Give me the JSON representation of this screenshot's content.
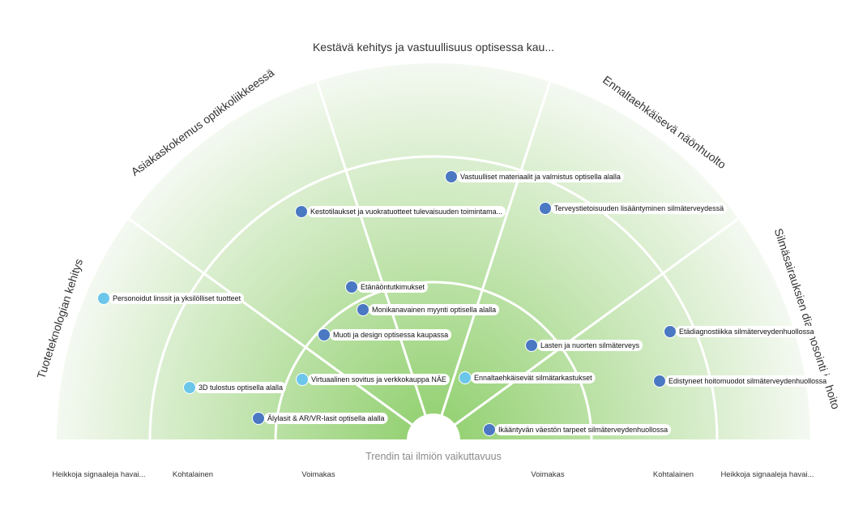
{
  "colors": {
    "dot_default": "#4a78c2",
    "dot_light": "#6cc6ea",
    "ring_line": "#ffffff",
    "gradient_inner": "#8fcf6c",
    "gradient_outer": "#f4f9f1"
  },
  "sectors": [
    {
      "title": "Tuoteteknologian kehitys"
    },
    {
      "title": "Asiakaskokemus optikkoliikkeessä"
    },
    {
      "title": "Kestävä kehitys ja vastuullisuus optisessa kau..."
    },
    {
      "title": "Ennaltaehkäisevä näönhuolto"
    },
    {
      "title": "Silmäsairauksien diagnosointi ja hoito"
    }
  ],
  "rings_left": [
    "Heikkoja signaaleja havai...",
    "Kohtalainen",
    "Voimakas"
  ],
  "rings_right": [
    "Voimakas",
    "Kohtalainen",
    "Heikkoja signaaleja havai..."
  ],
  "axis_title": "Trendin tai ilmiön vaikuttavuus",
  "items": [
    {
      "label": "Personoidut linssit ja yksilölliset tuotteet",
      "color": "light"
    },
    {
      "label": "3D tulostus optisella alalla",
      "color": "light"
    },
    {
      "label": "Älylasit & AR/VR-lasit optisella alalla",
      "color": "default"
    },
    {
      "label": "Virtuaalinen sovitus ja verkkokauppa NÄE",
      "color": "light"
    },
    {
      "label": "Kestotilaukset ja vuokratuotteet tulevaisuuden toimintama...",
      "color": "default"
    },
    {
      "label": "Etänäöntutkimukset",
      "color": "default"
    },
    {
      "label": "Monikanavainen myynti optisella alalla",
      "color": "default"
    },
    {
      "label": "Muoti ja design optisessa kaupassa",
      "color": "default"
    },
    {
      "label": "Vastuulliset materiaalit ja valmistus optisella alalla",
      "color": "default"
    },
    {
      "label": "Terveystietoisuuden lisääntyminen silmäterveydessä",
      "color": "default"
    },
    {
      "label": "Lasten ja nuorten silmäterveys",
      "color": "default"
    },
    {
      "label": "Ennaltaehkäisevät silmätarkastukset",
      "color": "light"
    },
    {
      "label": "Etädiagnostiikka silmäterveydenhuollossa",
      "color": "default"
    },
    {
      "label": "Edistyneet hoitomuodot silmäterveydenhuollossa",
      "color": "default"
    },
    {
      "label": "Ikääntyvän väestön tarpeet silmäterveydenhuollossa",
      "color": "default"
    }
  ]
}
